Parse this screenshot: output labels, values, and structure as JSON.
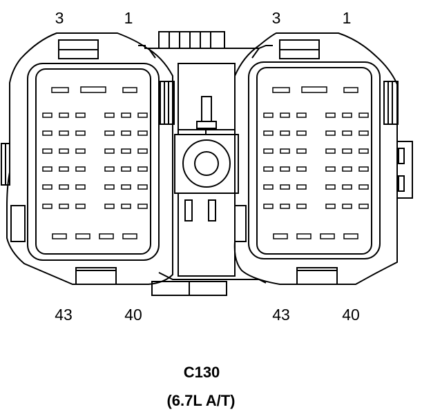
{
  "left_connector": {
    "top_labels": [
      "3",
      "1"
    ],
    "bottom_labels": [
      "43",
      "40"
    ]
  },
  "right_connector": {
    "top_labels": [
      "3",
      "1"
    ],
    "bottom_labels": [
      "43",
      "40"
    ]
  },
  "caption": {
    "connector_id": "C130",
    "variant": "(6.7L A/T)"
  },
  "colors": {
    "stroke": "#000000",
    "background": "#ffffff"
  }
}
